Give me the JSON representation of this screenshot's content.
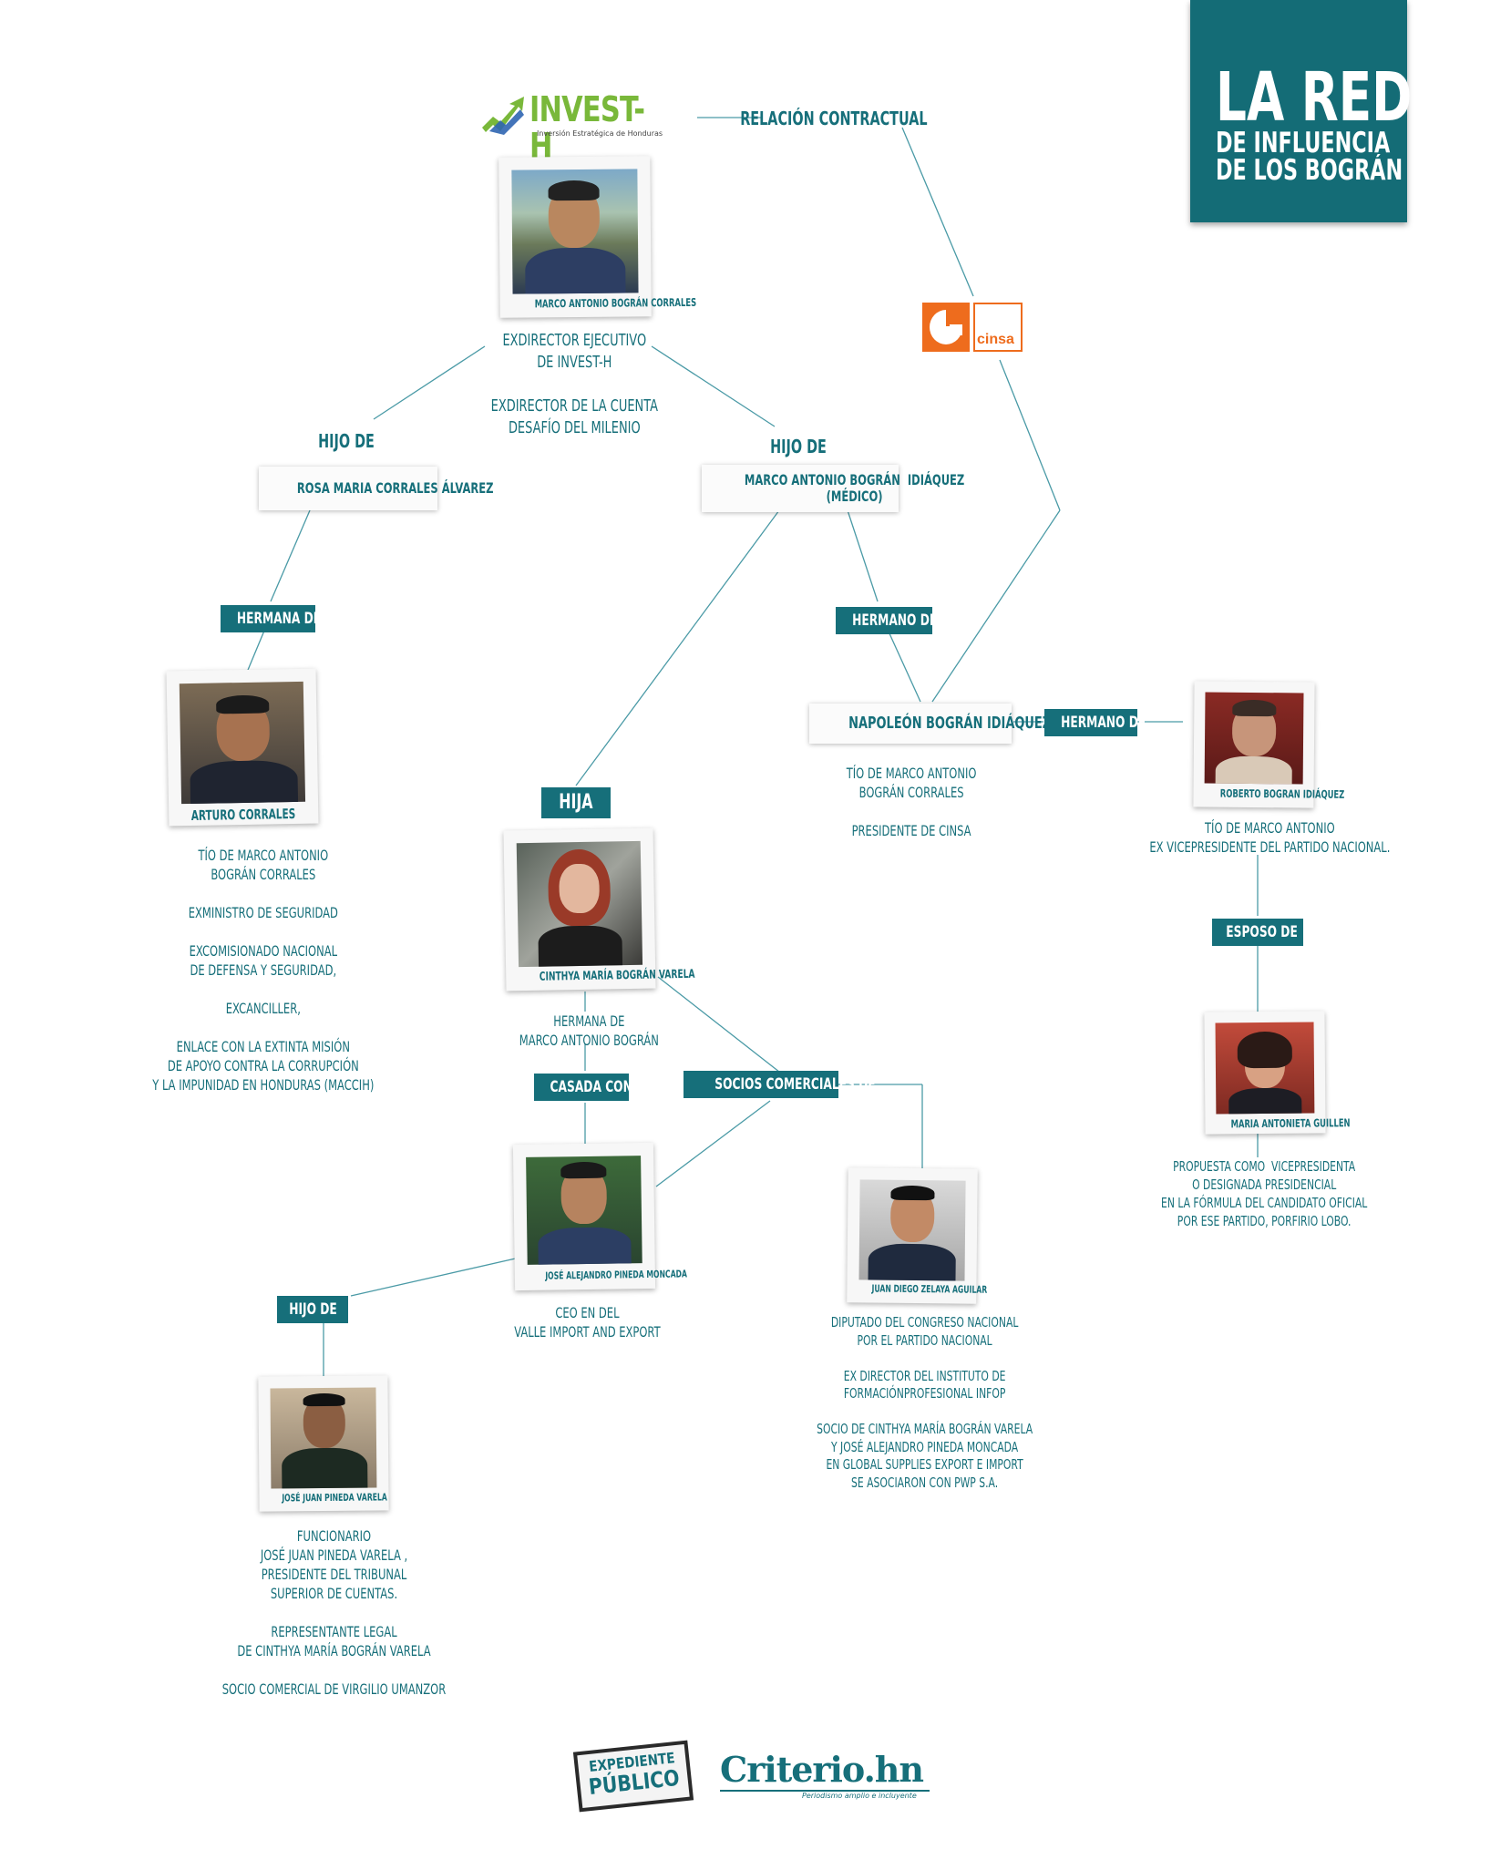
{
  "title": {
    "line1": "LA RED",
    "line2": "DE INFLUENCIA",
    "line3": "DE LOS BOGRÁN"
  },
  "colors": {
    "accent": "#166f7a",
    "cinsa": "#ee6c1d",
    "invest_green": "#79b83a",
    "invest_blue": "#2f65b1"
  },
  "logos": {
    "invest": {
      "word": "INVEST-H",
      "tagline": "Inversión Estratégica de Honduras"
    },
    "cinsa": {
      "word": "cinsa"
    },
    "expediente": {
      "line1": "EXPEDIENTE",
      "line2": "PÚBLICO"
    },
    "criterio": {
      "word": "Criterio.hn",
      "tagline": "Periodismo amplio e incluyente"
    }
  },
  "relations": {
    "contractual": "RELACIÓN CONTRACTUAL",
    "hijo_de_left": "HIJO DE",
    "hijo_de_right": "HIJO DE",
    "hermana_de": "HERMANA DE",
    "hermano_de_1": "HERMANO DE",
    "hermano_de_2": "HERMANO DE",
    "hija": "HIJA",
    "casada_con": "CASADA CON",
    "socios": "SOCIOS COMERCIALES DE",
    "esposo_de": "ESPOSO DE",
    "hijo_de_bottom": "HIJO DE"
  },
  "people": {
    "marco": {
      "caption": "MARCO ANTONIO BOGRÁN CORRALES",
      "description": "EXDIRECTOR EJECUTIVO\nDE INVEST-H\n\nEXDIRECTOR DE LA CUENTA\nDESAFÍO DEL MILENIO"
    },
    "rosa": {
      "name": "ROSA MARIA CORRALES ÁLVAREZ"
    },
    "padre": {
      "name": "MARCO ANTONIO BOGRÁN  IDIÁQUEZ\n(MÉDICO)"
    },
    "arturo": {
      "caption": "ARTURO CORRALES",
      "description": "TÍO DE MARCO ANTONIO\nBOGRÁN CORRALES\n\nEXMINISTRO DE SEGURIDAD\n\nEXCOMISIONADO NACIONAL\nDE DEFENSA Y SEGURIDAD,\n\nEXCANCILLER,\n\nENLACE CON LA EXTINTA MISIÓN\nDE APOYO CONTRA LA CORRUPCIÓN\nY LA IMPUNIDAD EN HONDURAS (MACCIH)"
    },
    "napoleon": {
      "name": "NAPOLEÓN BOGRÁN IDIÁQUEZ",
      "description": "TÍO DE MARCO ANTONIO\nBOGRÁN CORRALES\n\nPRESIDENTE DE CINSA"
    },
    "roberto": {
      "caption": "ROBERTO BOGRAN IDIÁQUEZ",
      "description": "TÍO DE MARCO ANTONIO\nEX VICEPRESIDENTE DEL PARTIDO NACIONAL."
    },
    "cinthya": {
      "caption": "CINTHYA MARÍA BOGRÁN VARELA",
      "description": "HERMANA DE\nMARCO ANTONIO BOGRÁN"
    },
    "maria": {
      "caption": "MARIA ANTONIETA GUILLEN",
      "description": "PROPUESTA COMO  VICEPRESIDENTA\nO DESIGNADA PRESIDENCIAL\nEN LA FÓRMULA DEL CANDIDATO OFICIAL\nPOR ESE PARTIDO, PORFIRIO LOBO."
    },
    "jose_alejandro": {
      "caption": "JOSÉ ALEJANDRO PINEDA MONCADA",
      "description": "CEO EN DEL\nVALLE IMPORT AND EXPORT"
    },
    "juan_diego": {
      "caption": "JUAN DIEGO ZELAYA AGUILAR",
      "description": "DIPUTADO DEL CONGRESO NACIONAL\nPOR EL PARTIDO NACIONAL\n\nEX DIRECTOR DEL INSTITUTO DE\nFORMACIÓNPROFESIONAL INFOP\n\nSOCIO DE CINTHYA MARÍA BOGRÁN VARELA\nY JOSÉ ALEJANDRO PINEDA MONCADA\nEN GLOBAL SUPPLIES EXPORT E IMPORT\nSE ASOCIARON CON PWP S.A."
    },
    "jose_juan": {
      "caption": "JOSÉ JUAN PINEDA VARELA",
      "description": "FUNCIONARIO\nJOSÉ JUAN PINEDA VARELA ,\nPRESIDENTE DEL TRIBUNAL\nSUPERIOR DE CUENTAS.\n\nREPRESENTANTE LEGAL\nDE CINTHYA MARÍA BOGRÁN VARELA\n\nSOCIO COMERCIAL DE VIRGILIO UMANZOR"
    }
  }
}
